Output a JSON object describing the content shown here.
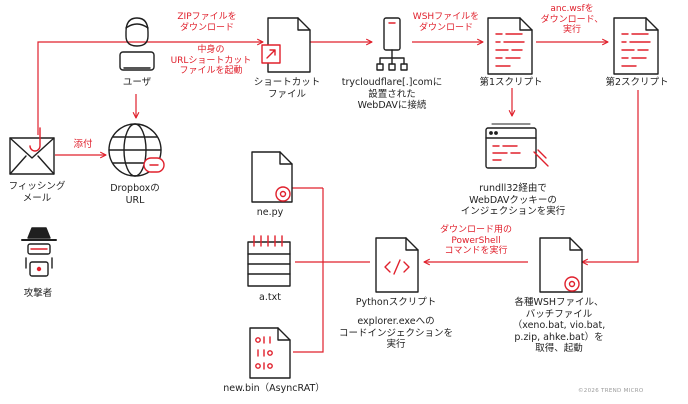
{
  "nodes": {
    "phishing_mail": "フィッシング\nメール",
    "attacker": "攻撃者",
    "user": "ユーザ",
    "dropbox": "Dropboxの\nURL",
    "shortcut": "ショートカット\nファイル",
    "trycloudflare": "trycloudflare[.]comに\n設置された\nWebDAVに接続",
    "script1": "第1スクリプト",
    "script2": "第2スクリプト",
    "rundll": "rundll32経由で\nWebDAVクッキーの\nインジェクションを実行",
    "wsh_files": "各種WSHファイル、\nバッチファイル\n（xeno.bat, vio.bat,\np.zip, ahke.bat）を\n取得、起動",
    "python_script": "Pythonスクリプト",
    "explorer_injection": "explorer.exeへの\nコードインジェクションを\n実行",
    "ne_py": "ne.py",
    "a_txt": "a.txt",
    "new_bin": "new.bin（AsyncRAT）"
  },
  "edges": {
    "attach": "添付",
    "zip_download": "ZIPファイルを\nダウンロード",
    "url_shortcut": "中身の\nURLショートカット\nファイルを起動",
    "wsh_download": "WSHファイルを\nダウンロード",
    "anc_wsf": "anc.wsfを\nダウンロード、\n実行",
    "powershell_cmd": "ダウンロード用の\nPowerShell\nコマンドを実行"
  },
  "copyright": "©2026 TREND MICRO",
  "colors": {
    "accent": "#e0202c",
    "ink": "#1f1f1f"
  },
  "icons": [
    "mail-icon",
    "attacker-icon",
    "user-icon",
    "globe-icon",
    "shortcut-file-icon",
    "server-network-icon",
    "script-file-icon",
    "browser-window-icon",
    "gear-file-icon",
    "python-file-icon",
    "text-file-icon",
    "binary-file-icon"
  ]
}
